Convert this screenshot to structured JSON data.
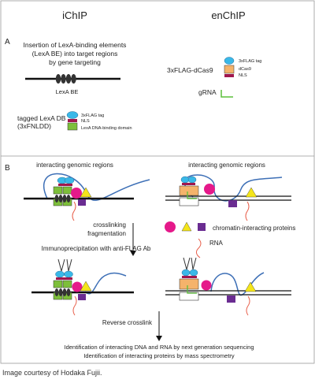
{
  "header": {
    "left_title": "iChIP",
    "right_title": "enChIP"
  },
  "panel_a": {
    "label": "A",
    "insertion_text": [
      "Insertion of LexA-binding elements",
      "(LexA BE) into target regions",
      "by gene targeting"
    ],
    "lexa_be_label": "LexA BE",
    "tagged_label": [
      "tagged LexA DB",
      "(3xFNLDD)"
    ],
    "ichip_legend": [
      "3xFLAG tag",
      "NLS",
      "LexA DNA-binding domain"
    ],
    "dcas9_label": "3xFLAG-dCas9",
    "enchip_legend": [
      "3xFLAG tag",
      "dCas9",
      "NLS"
    ],
    "grna_label": "gRNA"
  },
  "panel_b": {
    "label": "B",
    "interacting_left": "interacting genomic regions",
    "interacting_right": "interacting genomic regions",
    "step_crosslink": [
      "crosslinking",
      "fragmentation"
    ],
    "chromatin_proteins": "chromatin-interacting proteins",
    "rna_label": "RNA",
    "immunoprecipitation": "Immunoprecipitation with anti-FLAG Ab",
    "reverse_crosslink": "Reverse crosslink",
    "result_1": "Identification of interacting DNA and RNA by next generation sequencing",
    "result_2": "Identification of interacting proteins by mass spectrometry"
  },
  "caption": "Image courtesy of Hodaka Fujii.",
  "colors": {
    "flag_tag": "#3ab8e8",
    "nls": "#a0174d",
    "lexa_db": "#7dbf3a",
    "dcas9": "#f5b36b",
    "protein_circle": "#e5198a",
    "protein_triangle": "#f4e51a",
    "protein_square": "#6a2c91",
    "rna": "#e8604c",
    "chromatin_loop": "#3d6fb6",
    "grna": "#5cbf3a"
  }
}
